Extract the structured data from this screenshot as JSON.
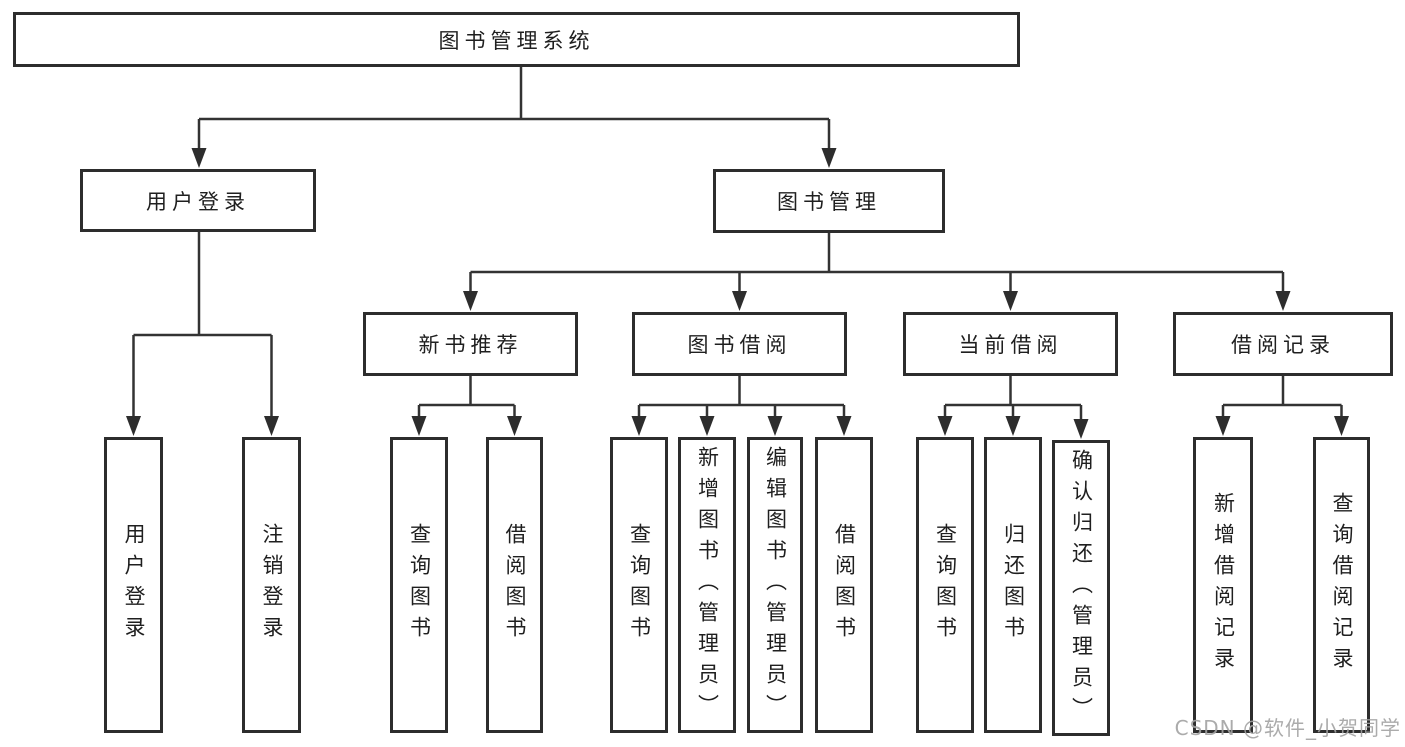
{
  "watermark": "CSDN @软件_小贺同学",
  "colors": {
    "line": "#333333",
    "box_border": "#2d2d2d",
    "text": "#1f1f1f",
    "watermark": "#a2a2a2",
    "background": "#ffffff"
  },
  "tree": {
    "label": "图书管理系统",
    "children": [
      {
        "label": "用户登录",
        "children": [
          {
            "label": "用户登录"
          },
          {
            "label": "注销登录"
          }
        ]
      },
      {
        "label": "图书管理",
        "children": [
          {
            "label": "新书推荐",
            "children": [
              {
                "label": "查询图书"
              },
              {
                "label": "借阅图书"
              }
            ]
          },
          {
            "label": "图书借阅",
            "children": [
              {
                "label": "查询图书"
              },
              {
                "label": "新增图书（管理员）"
              },
              {
                "label": "编辑图书（管理员）"
              },
              {
                "label": "借阅图书"
              }
            ]
          },
          {
            "label": "当前借阅",
            "children": [
              {
                "label": "查询图书"
              },
              {
                "label": "归还图书"
              },
              {
                "label": "确认归还（管理员）"
              }
            ]
          },
          {
            "label": "借阅记录",
            "children": [
              {
                "label": "新增借阅记录"
              },
              {
                "label": "查询借阅记录"
              }
            ]
          }
        ]
      }
    ]
  }
}
